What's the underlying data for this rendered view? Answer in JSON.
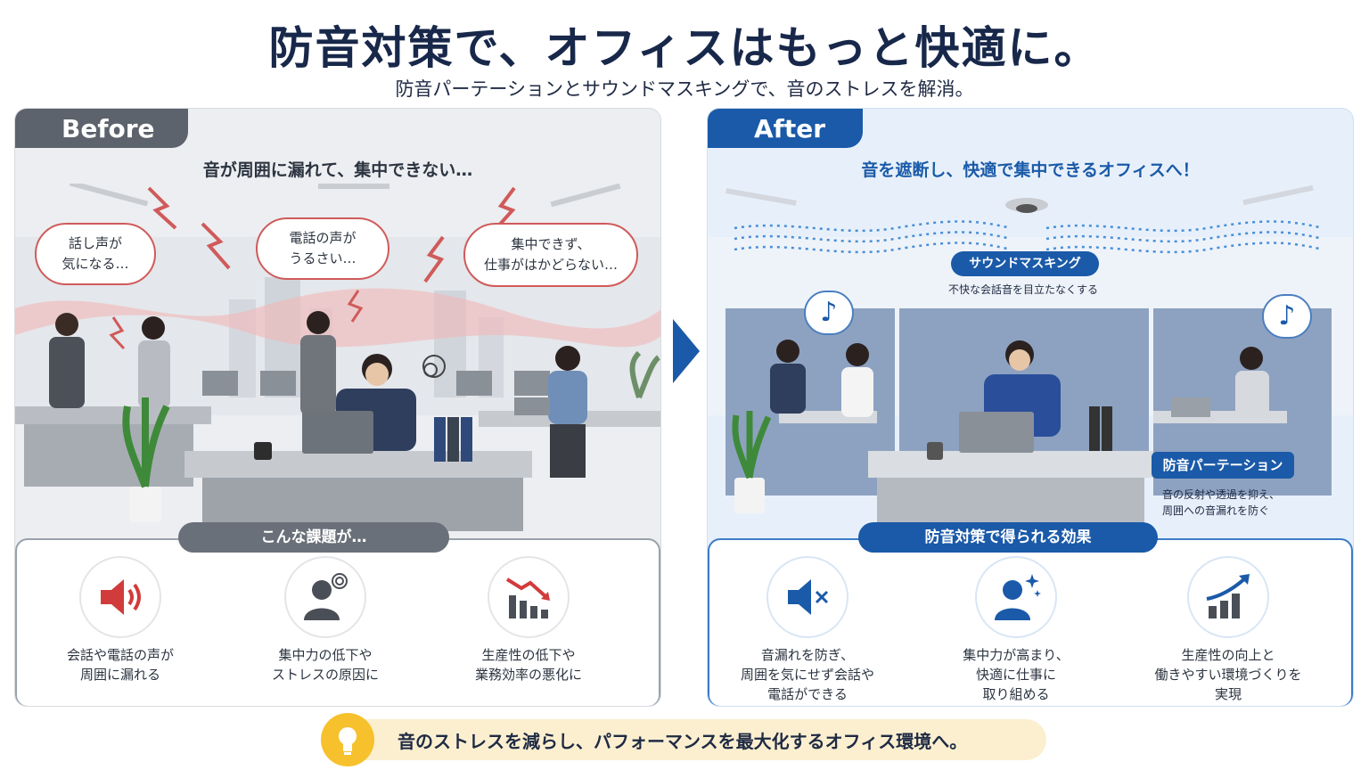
{
  "title": "防音対策で、オフィスはもっと快適に。",
  "subtitle": "防音パーテーションとサウンドマスキングで、音のストレスを解消。",
  "before": {
    "tab": "Before",
    "headline": "音が周囲に漏れて、集中できない…",
    "bubbles": [
      {
        "line1": "話し声が",
        "line2": "気になる…"
      },
      {
        "line1": "電話の声が",
        "line2": "うるさい…"
      },
      {
        "line1": "集中できず、",
        "line2": "仕事がはかどらない…"
      }
    ],
    "issues_title": "こんな課題が…",
    "issues": [
      {
        "icon": "speaker-loud-icon",
        "line1": "会話や電話の声が",
        "line2": "周囲に漏れる"
      },
      {
        "icon": "stressed-person-icon",
        "line1": "集中力の低下や",
        "line2": "ストレスの原因に"
      },
      {
        "icon": "declining-chart-icon",
        "line1": "生産性の低下や",
        "line2": "業務効率の悪化に"
      }
    ]
  },
  "after": {
    "tab": "After",
    "headline": "音を遮断し、快適で集中できるオフィスへ！",
    "masking_label": "サウンドマスキング",
    "masking_note": "不快な会話音を目立たなくする",
    "partition_label": "防音パーテーション",
    "partition_note_line1": "音の反射や透過を抑え、",
    "partition_note_line2": "周囲への音漏れを防ぐ",
    "benefits_title": "防音対策で得られる効果",
    "benefits": [
      {
        "icon": "speaker-muted-icon",
        "line1": "音漏れを防ぎ、",
        "line2": "周囲を気にせず会話や",
        "line3": "電話ができる"
      },
      {
        "icon": "focused-person-icon",
        "line1": "集中力が高まり、",
        "line2": "快適に仕事に",
        "line3": "取り組める"
      },
      {
        "icon": "rising-chart-icon",
        "line1": "生産性の向上と",
        "line2": "働きやすい環境づくりを",
        "line3": "実現"
      }
    ]
  },
  "footer": {
    "icon": "lightbulb-icon",
    "text": "音のストレスを減らし、パフォーマンスを最大化するオフィス環境へ。"
  },
  "colors": {
    "navy": "#18284a",
    "blue": "#1a5aa8",
    "gray": "#5d636c",
    "red": "#d05a5a",
    "yellow": "#f6c12c"
  }
}
